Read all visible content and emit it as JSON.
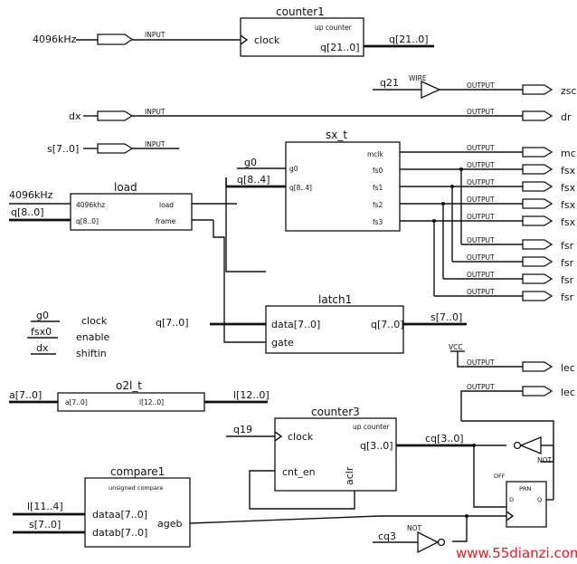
{
  "blocks": {
    "counter1": {
      "title": "counter1",
      "ports": {
        "clock": "clock",
        "mode": "up counter",
        "q": "q[21..0]"
      }
    },
    "sx_t": {
      "title": "sx_t",
      "ports": {
        "g0": "g0",
        "q": "q[8..4]",
        "mclk": "mclk",
        "fs0": "fs0",
        "fs1": "fs1",
        "fs2": "fs2",
        "fs3": "fs3"
      }
    },
    "load": {
      "title": "load",
      "ports": {
        "clk": "4096khz",
        "q": "q[8..0]",
        "load": "load",
        "frame": "frame"
      }
    },
    "latch1": {
      "title": "latch1",
      "ports": {
        "data": "data[7..0]",
        "gate": "gate",
        "q": "q[7..0]"
      }
    },
    "o2l_t": {
      "title": "o2l_t",
      "ports": {
        "a": "a[7..0]",
        "l": "l[12..0]"
      }
    },
    "counter3": {
      "title": "counter3",
      "ports": {
        "clock": "clock",
        "mode": "up counter",
        "cnt_en": "cnt_en",
        "q": "q[3..0]",
        "aclr": "aclr"
      }
    },
    "compare1": {
      "title": "compare1",
      "ports": {
        "mode": "unsigned compare",
        "dataa": "dataa[7..0]",
        "datab": "datab[7..0]",
        "ageb": "ageb"
      }
    },
    "dff": {
      "title": "DFF",
      "ports": {
        "prn": "PRN",
        "d": "D",
        "q": "Q"
      }
    }
  },
  "pins": {
    "input_label": "INPUT",
    "output_label": "OUTPUT",
    "wire_label": "WIRE",
    "not_label": "NOT",
    "vcc_label": "VCC"
  },
  "nets": {
    "clk_in": "4096kHz",
    "counter1_out": "q[21..0]",
    "q21": "q21",
    "dx": "dx",
    "s_in": "s[7..0]",
    "g0": "g0",
    "q84": "q[8..4]",
    "load_clk": "4096kHz",
    "q80": "q[8..0]",
    "q70": "q[7..0]",
    "s70": "s[7..0]",
    "a70": "a[7..0]",
    "l120": "l[12..0]",
    "q19": "q19",
    "cq30": "cq[3..0]",
    "l114": "l[11..4]",
    "s70b": "s[7..0]",
    "cq3": "cq3"
  },
  "outputs": [
    "zsc",
    "dr",
    "mc",
    "fsx",
    "fsx",
    "fsx",
    "fsx",
    "fsr",
    "fsr",
    "fsr",
    "fsr",
    "lec",
    "lec"
  ],
  "legend": [
    {
      "signal": "g0",
      "meaning": "clock"
    },
    {
      "signal": "fsx0",
      "meaning": "enable"
    },
    {
      "signal": "dx",
      "meaning": "shiftin"
    }
  ],
  "watermark": "www.55dianzi.com"
}
